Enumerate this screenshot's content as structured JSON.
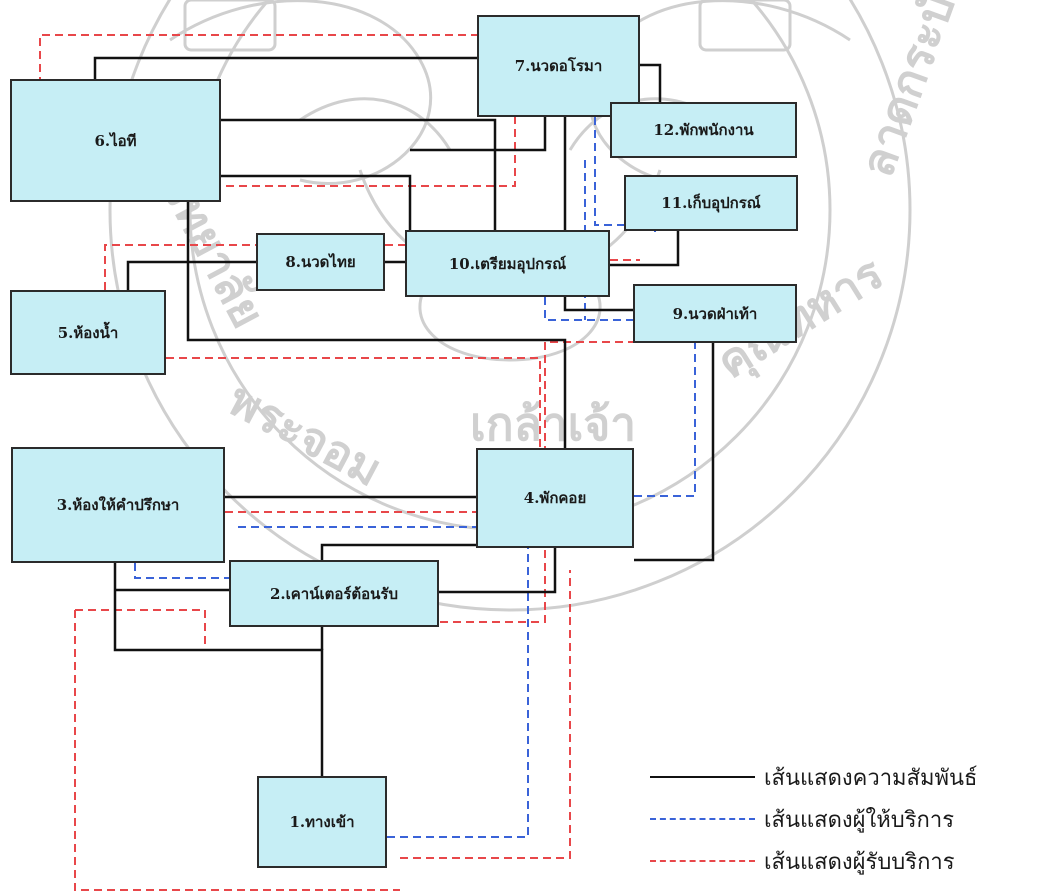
{
  "colors": {
    "box_fill": "#c6eef5",
    "relationship_line": "#111111",
    "provider_line": "#3a63d8",
    "recipient_line": "#e8474a",
    "watermark": "#c8c8c8"
  },
  "rooms": {
    "entrance": "1.ทางเข้า",
    "reception": "2.เคาน์เตอร์ต้อนรับ",
    "consultation": "3.ห้องให้คำปรึกษา",
    "waiting": "4.พักคอย",
    "bathroom": "5.ห้องน้ำ",
    "thai_yoga": "6.ไอที",
    "aroma": "7.นวดอโรมา",
    "thai_massage": "8.นวดไทย",
    "foot_massage": "9.นวดฝ่าเท้า",
    "prep": "10.เตรียมอุปกรณ์",
    "storage": "11.เก็บอุปกรณ์",
    "staff_rest": "12.พักพนักงาน"
  },
  "legend": [
    {
      "label": "เส้นแสดงความสัมพันธ์",
      "style": "solid"
    },
    {
      "label": "เส้นแสดงผู้ให้บริการ",
      "style": "dashed-blue"
    },
    {
      "label": "เส้นแสดงผู้รับบริการ",
      "style": "dashed-red"
    }
  ],
  "watermark": {
    "text": "มหาวิทยาลัยเทคโนโลยีพระจอมเกล้าเจ้าคุณทหารลาดกระบัง"
  }
}
